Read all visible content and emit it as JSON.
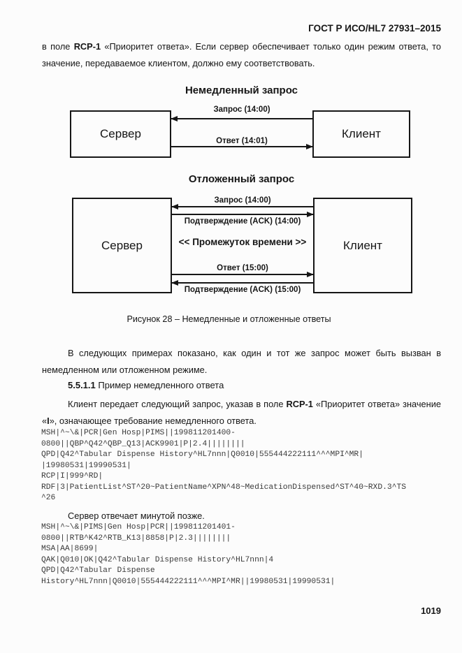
{
  "page": {
    "header": "ГОСТ Р ИСО/HL7 27931–2015",
    "page_number": "1019"
  },
  "intro": {
    "part1": "в поле ",
    "bold1": "RCP-1",
    "part2": " «Приоритет ответа». Если сервер обеспечивает только один режим ответа, то значение, передаваемое клиентом, должно ему соответствовать."
  },
  "figure_immediate": {
    "title": "Немедленный запрос",
    "server": "Сервер",
    "client": "Клиент",
    "request_label": "Запрос (14:00)",
    "response_label": "Ответ (14:01)"
  },
  "figure_deferred": {
    "title": "Отложенный запрос",
    "server": "Сервер",
    "client": "Клиент",
    "request_label": "Запрос (14:00)",
    "ack1_label": "Подтверждение (ACK) (14:00)",
    "interval_label": "<< Промежуток времени >>",
    "response_label": "Ответ (15:00)",
    "ack2_label": "Подтверждение (ACK) (15:00)"
  },
  "caption": "Рисунок 28 – Немедленные и отложенные ответы",
  "examples_para": "В следующих примерах показано, как один и тот же запрос может быть вызван в немедленном или отложенном режиме.",
  "heading": {
    "number": "5.5.1.1",
    "title": " Пример немедленного ответа"
  },
  "client_para": {
    "part1": "Клиент передает следующий запрос, указав в поле ",
    "bold1": "RCP-1",
    "part2": " «Приоритет ответа» значение «",
    "bold2": "I",
    "part3": "», означающее требование немедленного ответа."
  },
  "server_para": "Сервер отвечает минутой позже.",
  "code_request": {
    "lines": [
      "MSH|^~\\&|PCR|Gen Hosp|PIMS||199811201400-",
      "0800||QBP^Q42^QBP_Q13|ACK9901|P|2.4||||||||",
      "QPD|Q42^Tabular Dispense History^HL7nnn|Q0010|555444222111^^^MPI^MR|",
      "|19980531|19990531|",
      "RCP|I|999^RD|",
      "RDF|3|PatientList^ST^20~PatientName^XPN^48~MedicationDispensed^ST^40~RXD.3^TS",
      "^26"
    ]
  },
  "code_response": {
    "lines": [
      "MSH|^~\\&|PIMS|Gen Hosp|PCR||199811201401-",
      "0800||RTB^K42^RTB_K13|8858|P|2.3||||||||",
      "MSA|AA|8699|",
      "QAK|Q010|OK|Q42^Tabular Dispense History^HL7nnn|4",
      "QPD|Q42^Tabular Dispense",
      "History^HL7nnn|Q0010|555444222111^^^MPI^MR||19980531|19990531|"
    ]
  }
}
